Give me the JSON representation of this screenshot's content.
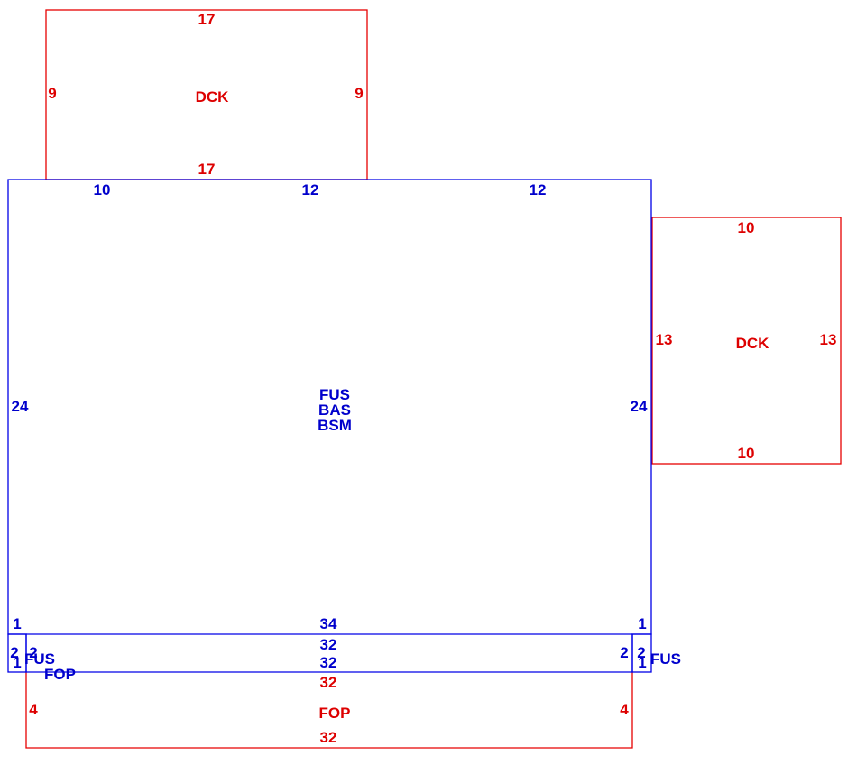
{
  "colors": {
    "living": "#0000cc",
    "exterior": "#dd0000"
  },
  "main": {
    "codes": [
      "FUS",
      "BAS",
      "BSM"
    ],
    "dims": {
      "top_left": "10",
      "top_mid": "12",
      "top_right": "12",
      "left": "24",
      "right": "24",
      "bottom": "34",
      "bottom_left_jog": "1",
      "bottom_right_jog": "1"
    }
  },
  "deck_top": {
    "code": "DCK",
    "dims": {
      "top": "17",
      "bottom": "17",
      "left": "9",
      "right": "9"
    }
  },
  "deck_right": {
    "code": "DCK",
    "dims": {
      "top": "10",
      "bottom": "10",
      "left": "13",
      "right": "13"
    }
  },
  "fus_strip": {
    "dims": {
      "top": "32",
      "bottom": "32"
    }
  },
  "left_tab": {
    "code": "FUS",
    "dims": {
      "a": "2",
      "b": "2",
      "c": "1"
    }
  },
  "right_tab": {
    "code": "FUS",
    "dims": {
      "a": "2",
      "b": "2",
      "c": "1"
    }
  },
  "fop_label_left": "FOP",
  "porch": {
    "code": "FOP",
    "dims": {
      "top": "32",
      "bottom": "32",
      "left": "4",
      "right": "4"
    }
  }
}
